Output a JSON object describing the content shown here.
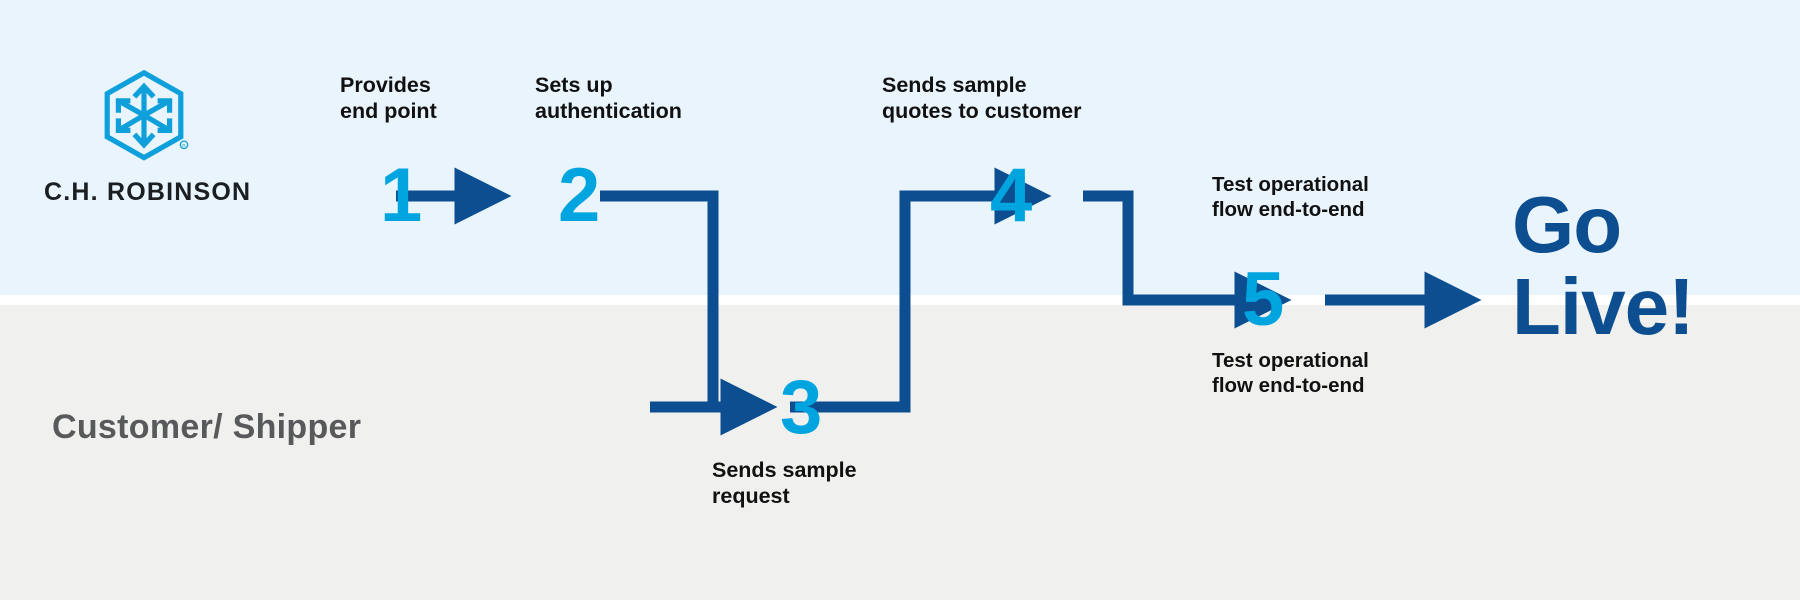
{
  "diagram": {
    "title": "Customer onboarding integration flow",
    "colors": {
      "lane_top_bg": "#e9f4fc",
      "lane_bottom_bg": "#f0f0ef",
      "step_number": "#00a5e0",
      "connector": "#0c4e8f",
      "caption_text": "#111111",
      "lane_caption_text": "#58595b",
      "logo_mark": "#0fa0db",
      "logo_word": "#1b1f22",
      "golive_text": "#0c4e8f"
    }
  },
  "brand": {
    "logo_icon": "hexagon-arrows-logo-icon",
    "wordmark": "C.H. ROBINSON",
    "registered_mark": "®"
  },
  "lanes": [
    {
      "id": "ch-robinson",
      "caption": ""
    },
    {
      "id": "customer-shipper",
      "caption": "Customer/\nShipper"
    }
  ],
  "steps": [
    {
      "number": "1",
      "lane": "ch-robinson",
      "caption_above": "Provides\nend point",
      "caption_below": ""
    },
    {
      "number": "2",
      "lane": "ch-robinson",
      "caption_above": "Sets up\nauthentication",
      "caption_below": ""
    },
    {
      "number": "3",
      "lane": "customer-shipper",
      "caption_above": "",
      "caption_below": "Sends sample\nrequest"
    },
    {
      "number": "4",
      "lane": "ch-robinson",
      "caption_above": "Sends sample\nquotes to customer",
      "caption_below": ""
    },
    {
      "number": "5",
      "lane": "boundary",
      "caption_above": "Test operational\nflow end-to-end",
      "caption_below": "Test operational\nflow end-to-end"
    }
  ],
  "connectors": [
    {
      "from": "1",
      "to": "2",
      "shape": "straight-arrow-right"
    },
    {
      "from": "2",
      "to": "3",
      "shape": "elbow-right-down-right-arrow"
    },
    {
      "from": "3",
      "to": "4",
      "shape": "elbow-right-up-right-arrow"
    },
    {
      "from": "4",
      "to": "5",
      "shape": "elbow-right-down-right-arrow"
    },
    {
      "from": "5",
      "to": "go-live",
      "shape": "straight-arrow-right"
    }
  ],
  "outcome": {
    "label": "Go\nLive!"
  }
}
